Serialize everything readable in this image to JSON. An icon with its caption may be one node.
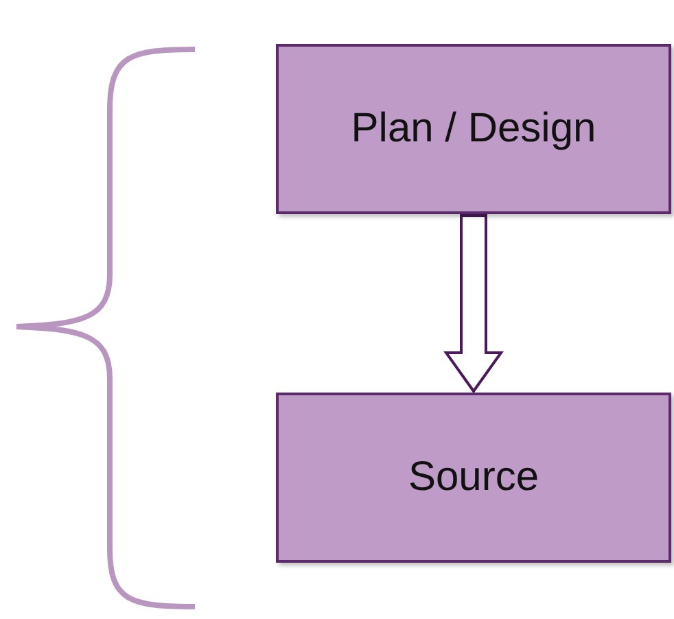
{
  "diagram": {
    "nodes": [
      {
        "text": [
          "Plan / Design"
        ]
      },
      {
        "text": [
          "Source"
        ]
      }
    ],
    "edges": [
      {
        "from": 0,
        "to": 1,
        "arrow": "to"
      }
    ]
  }
}
